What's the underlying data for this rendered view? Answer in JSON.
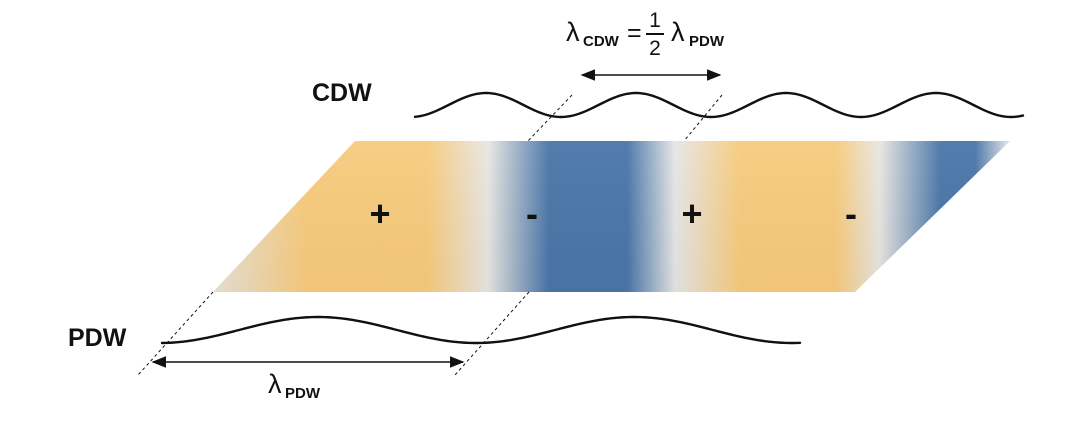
{
  "labels": {
    "cdw": "CDW",
    "pdw": "PDW"
  },
  "formula": {
    "lambda_symbol": "λ",
    "cdw_subscript": "CDW",
    "equals": "=",
    "numerator": "1",
    "denominator": "2",
    "pdw_subscript": "PDW"
  },
  "pdw_wavelength": {
    "lambda_symbol": "λ",
    "subscript": "PDW"
  },
  "stripes": {
    "signs": [
      "+",
      "-",
      "+",
      "-"
    ]
  },
  "colors": {
    "positive": "#f7cb7d",
    "negative": "#4a76a8",
    "neutral": "#e6e6e6",
    "line": "#111111"
  }
}
